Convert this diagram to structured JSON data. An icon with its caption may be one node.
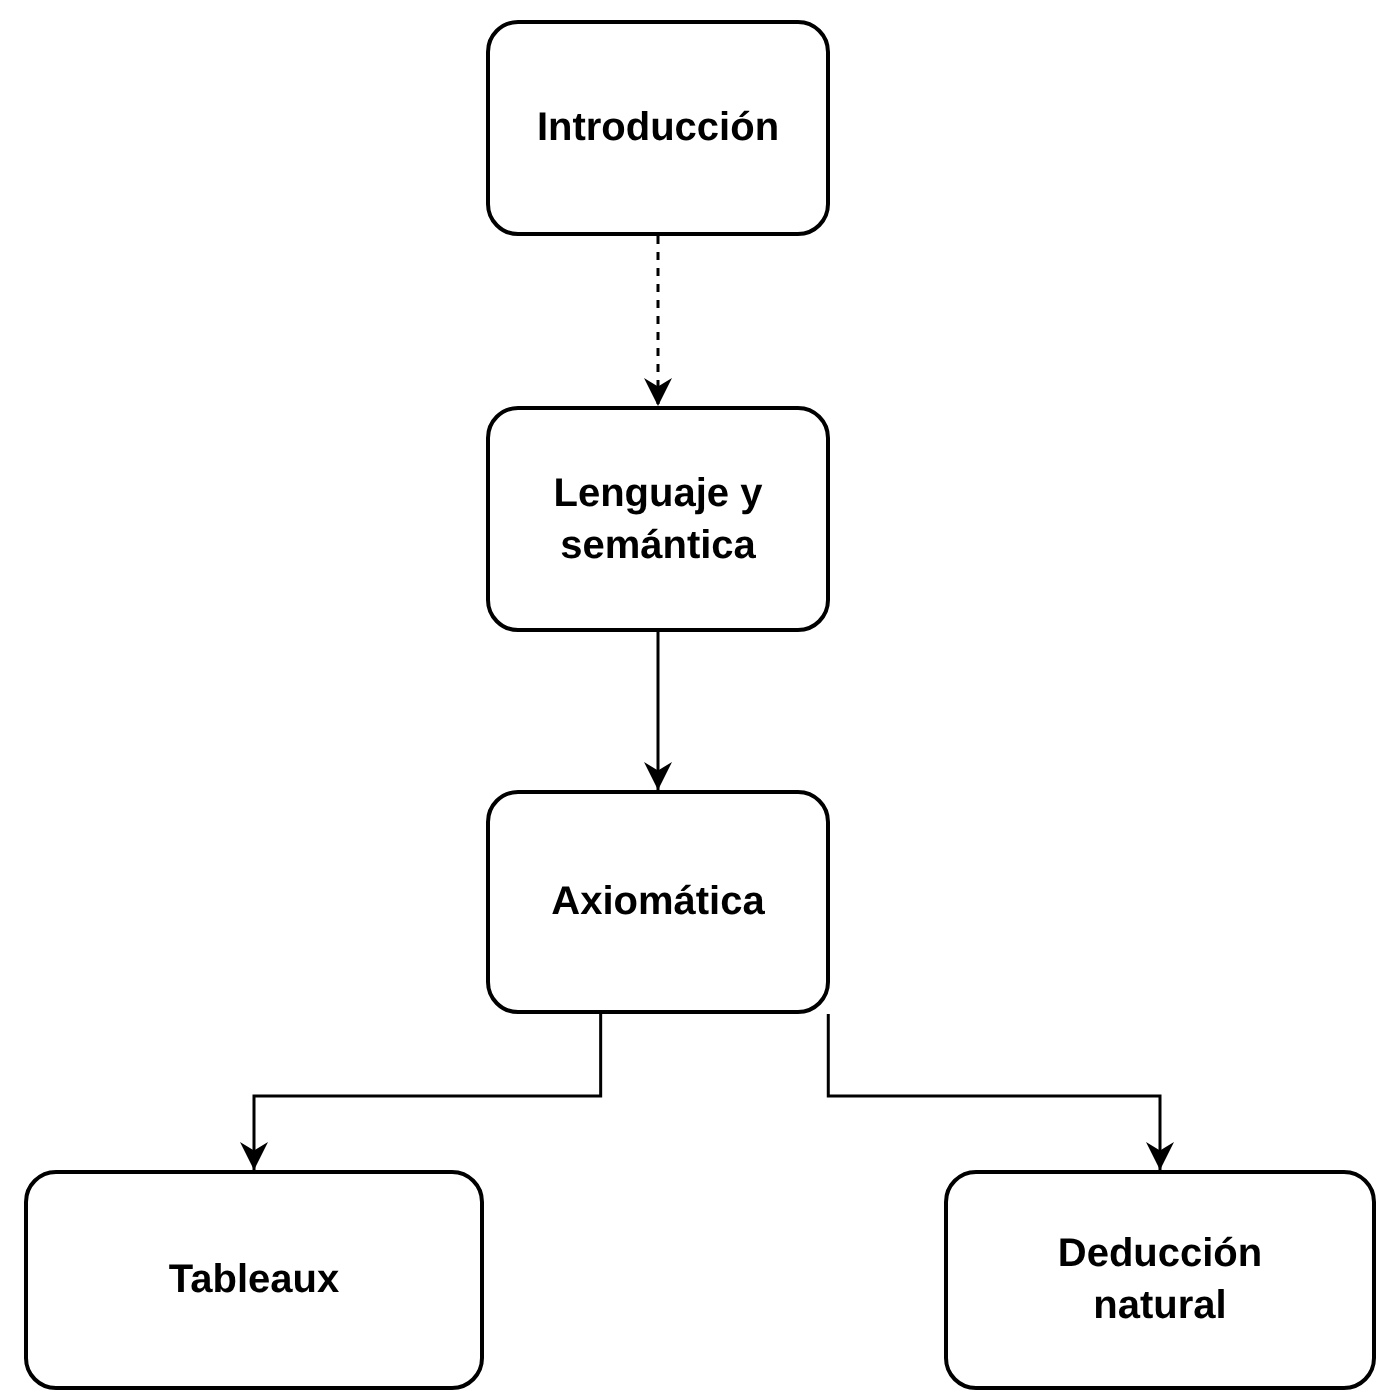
{
  "diagram": {
    "nodes": [
      {
        "text": [
          "Introducción"
        ]
      },
      {
        "text": [
          "Lenguaje y semántica"
        ]
      },
      {
        "text": [
          "Axiomática"
        ]
      },
      {
        "text": [
          "Tableaux"
        ]
      },
      {
        "text": [
          "Deducción natural"
        ]
      }
    ],
    "edges": [
      {
        "from": 0,
        "to": 1,
        "arrow": "to",
        "style": "dashed"
      },
      {
        "from": 1,
        "to": 2,
        "arrow": "to"
      },
      {
        "from": 2,
        "to": 3,
        "arrow": "to"
      },
      {
        "from": 2,
        "to": 4,
        "arrow": "to"
      }
    ]
  }
}
